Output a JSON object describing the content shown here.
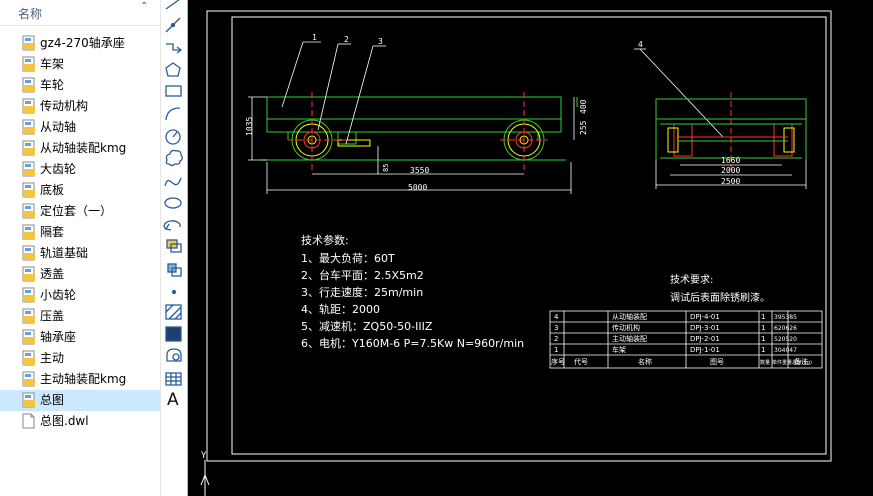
{
  "explorer": {
    "column_header": "名称",
    "files": [
      {
        "name": "gz4-270轴承座",
        "type": "drawing"
      },
      {
        "name": "车架",
        "type": "drawing"
      },
      {
        "name": "车轮",
        "type": "drawing"
      },
      {
        "name": "传动机构",
        "type": "drawing"
      },
      {
        "name": "从动轴",
        "type": "drawing"
      },
      {
        "name": "从动轴装配kmg",
        "type": "drawing"
      },
      {
        "name": "大齿轮",
        "type": "drawing"
      },
      {
        "name": "底板",
        "type": "drawing"
      },
      {
        "name": "定位套（一）",
        "type": "drawing"
      },
      {
        "name": "隔套",
        "type": "drawing"
      },
      {
        "name": "轨道基础",
        "type": "drawing"
      },
      {
        "name": "透盖",
        "type": "drawing"
      },
      {
        "name": "小齿轮",
        "type": "drawing"
      },
      {
        "name": "压盖",
        "type": "drawing"
      },
      {
        "name": "轴承座",
        "type": "drawing"
      },
      {
        "name": "主动",
        "type": "drawing"
      },
      {
        "name": "主动轴装配kmg",
        "type": "drawing"
      },
      {
        "name": "总图",
        "type": "drawing",
        "selected": true
      },
      {
        "name": "总图.dwl",
        "type": "file"
      }
    ]
  },
  "toolbar": {
    "tools": [
      "line-icon",
      "construction-line-icon",
      "polyline-icon",
      "polygon-icon",
      "rectangle-icon",
      "arc-icon",
      "circle-icon",
      "revision-cloud-icon",
      "spline-icon",
      "ellipse-icon",
      "ellipse-arc-icon",
      "insert-block-icon",
      "make-block-icon",
      "point-icon",
      "hatch-icon",
      "gradient-icon",
      "region-icon",
      "table-icon",
      "text-icon"
    ],
    "text_tool_label": "A"
  },
  "drawing": {
    "tech_params_title": "技术参数:",
    "tech_params": [
      "1、最大负荷：60T",
      "2、台车平面：2.5X5m2",
      "3、行走速度：25m/min",
      "4、轨距：2000",
      "5、减速机：ZQ50-50-IIIZ",
      "6、电机：Y160M-6 P=7.5Kw N=960r/min"
    ],
    "tech_req_title": "技术要求:",
    "tech_req_text": "调试后表面除锈刷漆。",
    "balloons": [
      "1",
      "2",
      "3",
      "4"
    ],
    "dims_front": {
      "overall": "5000",
      "wheelbase": "3550",
      "height": "1035",
      "h1": "400",
      "h2": "255",
      "d1": "85"
    },
    "dims_side": {
      "inner": "1660",
      "gauge": "2000",
      "overall": "2500"
    },
    "bom_rows": [
      {
        "no": "4",
        "code": "",
        "name": "从动轴装配",
        "drawing": "DPJ-4-01",
        "qty": "1",
        "weight": "395385"
      },
      {
        "no": "3",
        "code": "",
        "name": "传动机构",
        "drawing": "DPJ-3-01",
        "qty": "1",
        "weight": "620626"
      },
      {
        "no": "2",
        "code": "",
        "name": "主动轴装配",
        "drawing": "DPJ-2-01",
        "qty": "1",
        "weight": "520520"
      },
      {
        "no": "1",
        "code": "",
        "name": "车架",
        "drawing": "DPJ-1-01",
        "qty": "1",
        "weight": "304047"
      }
    ],
    "bom_header": {
      "no": "序号",
      "code": "代号",
      "name": "名称",
      "drawing": "图号",
      "qty": "数量",
      "weight": "单件重量总计(kg)",
      "note": "备注"
    },
    "ucs_label": "Y"
  },
  "colors": {
    "background": "#000000",
    "frame": "#ffffff",
    "green": "#33cc33",
    "red": "#ff3333",
    "yellow": "#ffff00",
    "text": "#ffffff",
    "selection": "#cce8ff",
    "folder": "#f4c542"
  }
}
